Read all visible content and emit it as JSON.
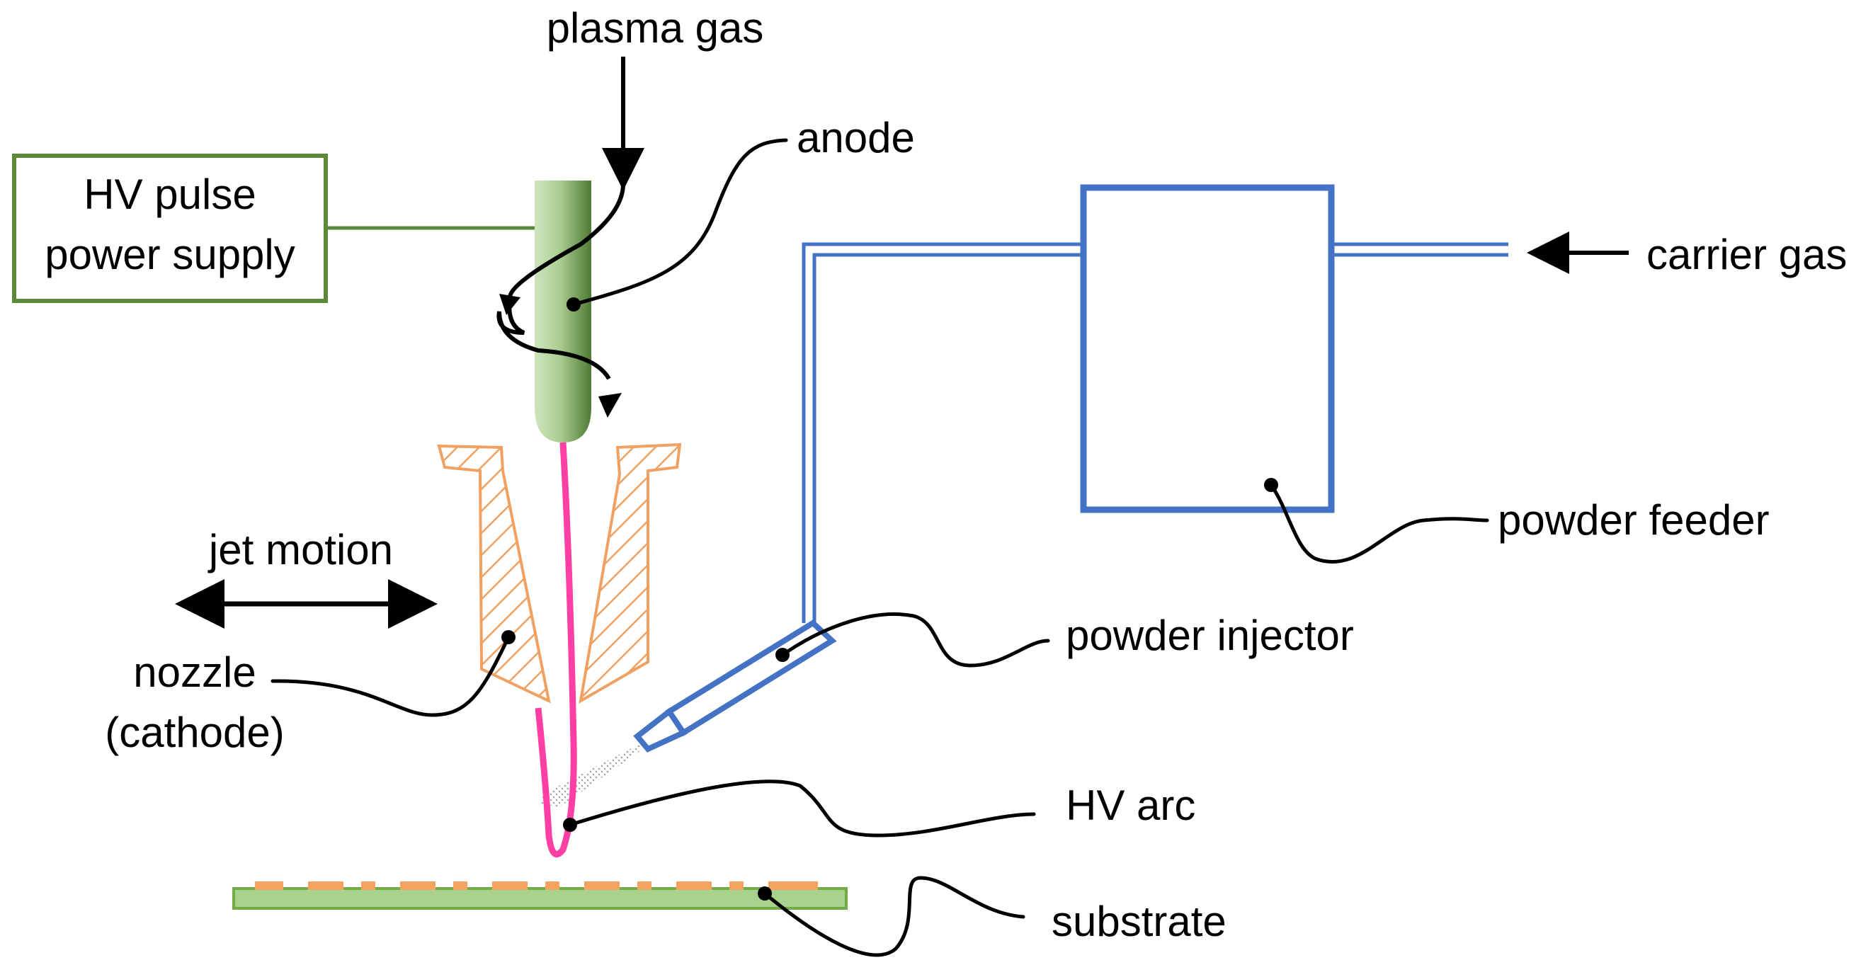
{
  "labels": {
    "plasma_gas": "plasma gas",
    "anode": "anode",
    "power_supply_line1": "HV pulse",
    "power_supply_line2": "power supply",
    "carrier_gas": "carrier gas",
    "powder_feeder": "powder feeder",
    "jet_motion": "jet motion",
    "powder_injector": "powder injector",
    "nozzle_line1": "nozzle",
    "nozzle_line2": "(cathode)",
    "hv_arc": "HV arc",
    "substrate": "substrate"
  },
  "colors": {
    "power_supply_border": "#5a8a3a",
    "anode_light": "#c8e0b4",
    "anode_dark": "#4e7a34",
    "nozzle_hatch": "#f0a060",
    "arc": "#ff3fa4",
    "feeder_blue": "#4472c4",
    "substrate_fill": "#a9d18e",
    "substrate_border": "#70ad47",
    "substrate_pads": "#f4a460",
    "powder_spray": "#999999"
  }
}
